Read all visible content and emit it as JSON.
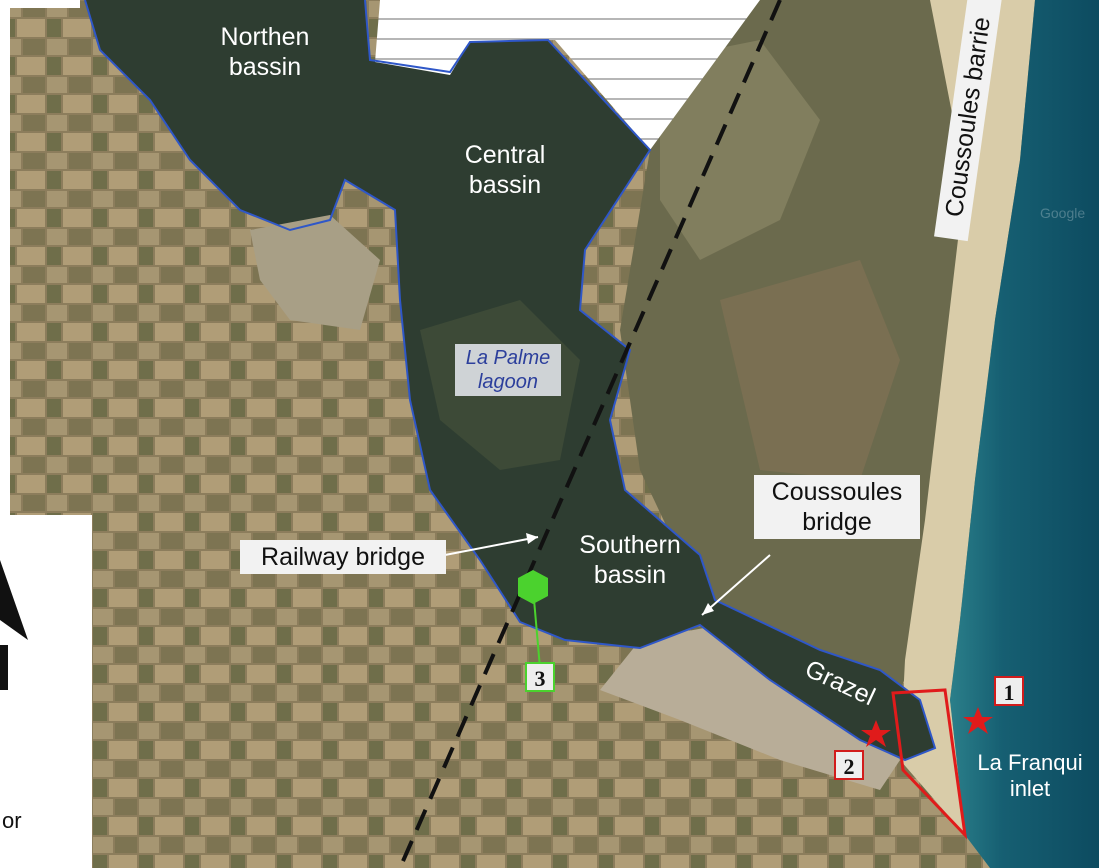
{
  "map": {
    "labels": {
      "northern_basin": "Northen\nbassin",
      "central_basin": "Central\nbassin",
      "lagoon": "La Palme\nlagoon",
      "southern_basin": "Southern\nbassin",
      "barrier": "Coussoules barrie",
      "railway_bridge": "Railway bridge",
      "coussoules_bridge": "Coussoules\nbridge",
      "grazel": "Grazel",
      "inlet": "La Franqui\ninlet"
    },
    "markers": {
      "one": "1",
      "two": "2",
      "three": "3"
    },
    "inset_fragment": "or",
    "watermark": "Google"
  },
  "colors": {
    "lagoon_outline": "#2f57c8",
    "inlet_outline": "#e01b1b",
    "star": "#e01b1b",
    "station": "#4bd22e",
    "railway": "#111111",
    "sea": "#13596e",
    "beach": "#d6c7a6",
    "lagoon_water": "#2a3a30",
    "farmland": "#9a8a66"
  }
}
